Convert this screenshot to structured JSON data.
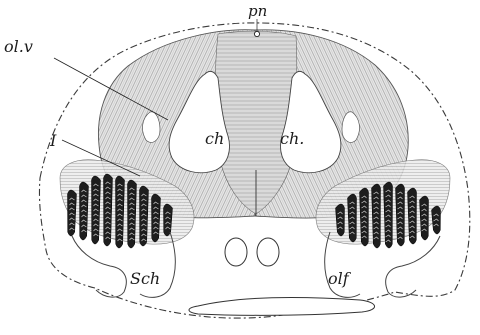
{
  "figure": {
    "labels": {
      "pn": "pn",
      "olv": "ol.v",
      "roman_one": "I",
      "ch_left": "ch",
      "ch_right": "ch.",
      "sch": "Sch",
      "olf": "olf"
    }
  }
}
